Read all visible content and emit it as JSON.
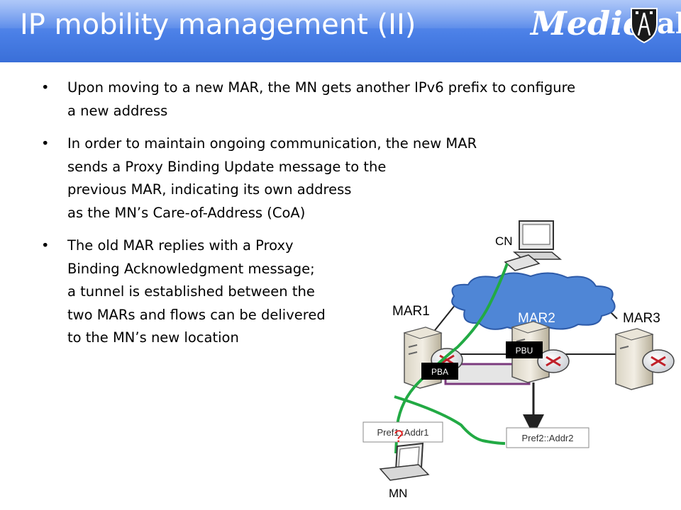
{
  "title": "IP mobility management (II)",
  "logo": {
    "letters": "Medie",
    "tail": "al"
  },
  "bullets": [
    {
      "lines": [
        "Upon moving to a new MAR, the MN gets another IPv6 prefix to configure",
        "a new address"
      ]
    },
    {
      "lines": [
        "In order to maintain ongoing communication, the new MAR",
        "sends a Proxy Binding Update message to the",
        "previous MAR, indicating its own address",
        "as the MN’s Care-of-Address (CoA)"
      ]
    },
    {
      "lines": [
        "The old MAR replies with a Proxy",
        "Binding Acknowledgment message;",
        "a tunnel is established  between the",
        "two MARs and flows can be delivered",
        "to the MN’s new location"
      ]
    }
  ],
  "diagram": {
    "cn_label": "CN",
    "mar1_label": "MAR1",
    "mar2_label": "MAR2",
    "mar3_label": "MAR3",
    "pbu_label": "PBU",
    "pba_label": "PBA",
    "addr1_label": "Pref1::Addr1",
    "addr2_label": "Pref2::Addr2",
    "question_label": "?",
    "mn_label": "MN",
    "colors": {
      "cloud": "#4f86d6",
      "flow": "#22aa44",
      "tunnel": "#7b3a7e",
      "label_bg": "#000000"
    }
  }
}
